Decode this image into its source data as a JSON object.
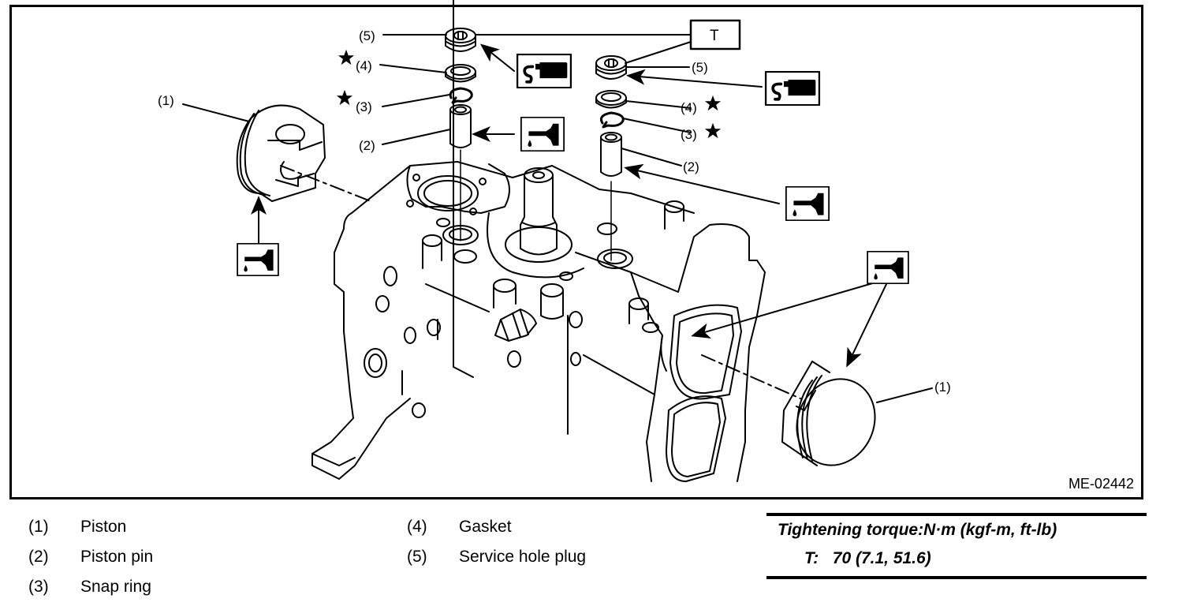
{
  "figure": {
    "id": "ME-02442",
    "callouts": {
      "left_piston": "(1)",
      "right_piston": "(1)",
      "left_pin": "(2)",
      "right_pin": "(2)",
      "left_snap_ring": "(3)",
      "right_snap_ring": "(3)",
      "left_gasket": "(4)",
      "right_gasket": "(4)",
      "left_plug": "(5)",
      "right_plug": "(5)",
      "torque_box": "T"
    },
    "symbols": {
      "replace": "star-icon",
      "sealant": "sealant-bottle-icon",
      "oil": "oil-can-icon"
    }
  },
  "legend": {
    "items": [
      {
        "num": "(1)",
        "label": "Piston"
      },
      {
        "num": "(2)",
        "label": "Piston pin"
      },
      {
        "num": "(3)",
        "label": "Snap ring"
      },
      {
        "num": "(4)",
        "label": "Gasket"
      },
      {
        "num": "(5)",
        "label": "Service hole plug"
      }
    ]
  },
  "torque": {
    "title": "Tightening torque:N·m (kgf-m, ft-lb)",
    "value": "T:   70 (7.1, 51.6)"
  }
}
